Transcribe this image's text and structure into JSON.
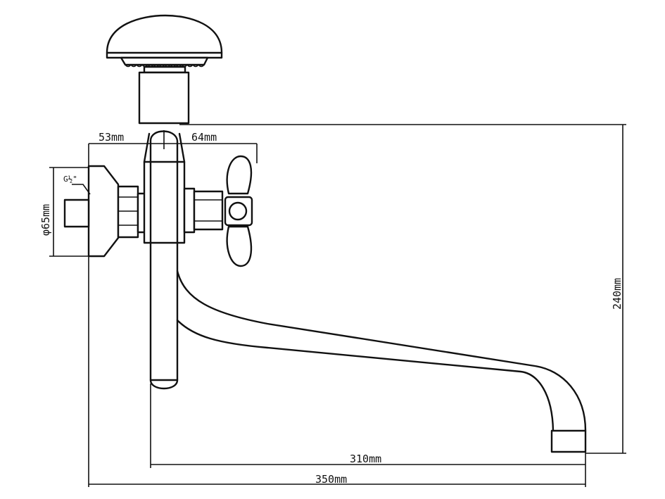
{
  "dimensions": {
    "left_offset": "53mm",
    "right_offset": "64mm",
    "diameter": "φ65mm",
    "thread": "G½\"",
    "height": "240mm",
    "spout_reach": "310mm",
    "total_length": "350mm"
  },
  "colors": {
    "line": "#111111",
    "background": "#ffffff"
  }
}
